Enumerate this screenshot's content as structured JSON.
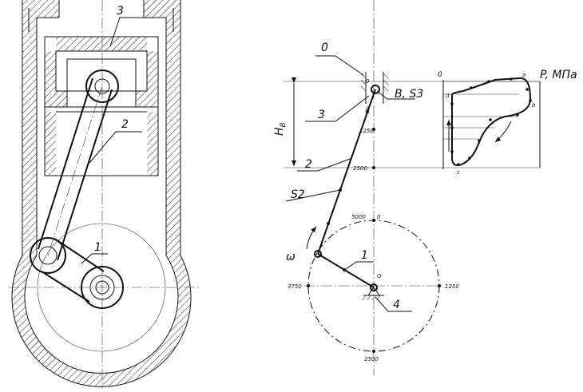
{
  "labels": {
    "piston": "3",
    "rod": "2",
    "crank": "1",
    "frame": "0",
    "ground": "4",
    "point_b": "B, S3",
    "point_s2": "S2",
    "stroke": "H",
    "stroke_sub": "B",
    "omega": "ω",
    "pressure_axis": "P, МПа",
    "origin_top": "0",
    "origin_diag": "0",
    "pivot_o": "O",
    "slider_a": "A",
    "mark_1250": "1250",
    "mark_2500": "2500",
    "circle_0": "0",
    "circle_5000": "5000",
    "circle_1250": "1250",
    "circle_3750": "3750",
    "circle_2500": "2500",
    "pt_a": "a",
    "pt_b": "b",
    "pt_c": "c",
    "pt_d": "d"
  },
  "icons": {
    "hatching": "hatch-pattern-icon",
    "rotation": "rotation-arrow-icon",
    "ground_support": "ground-support-icon"
  }
}
